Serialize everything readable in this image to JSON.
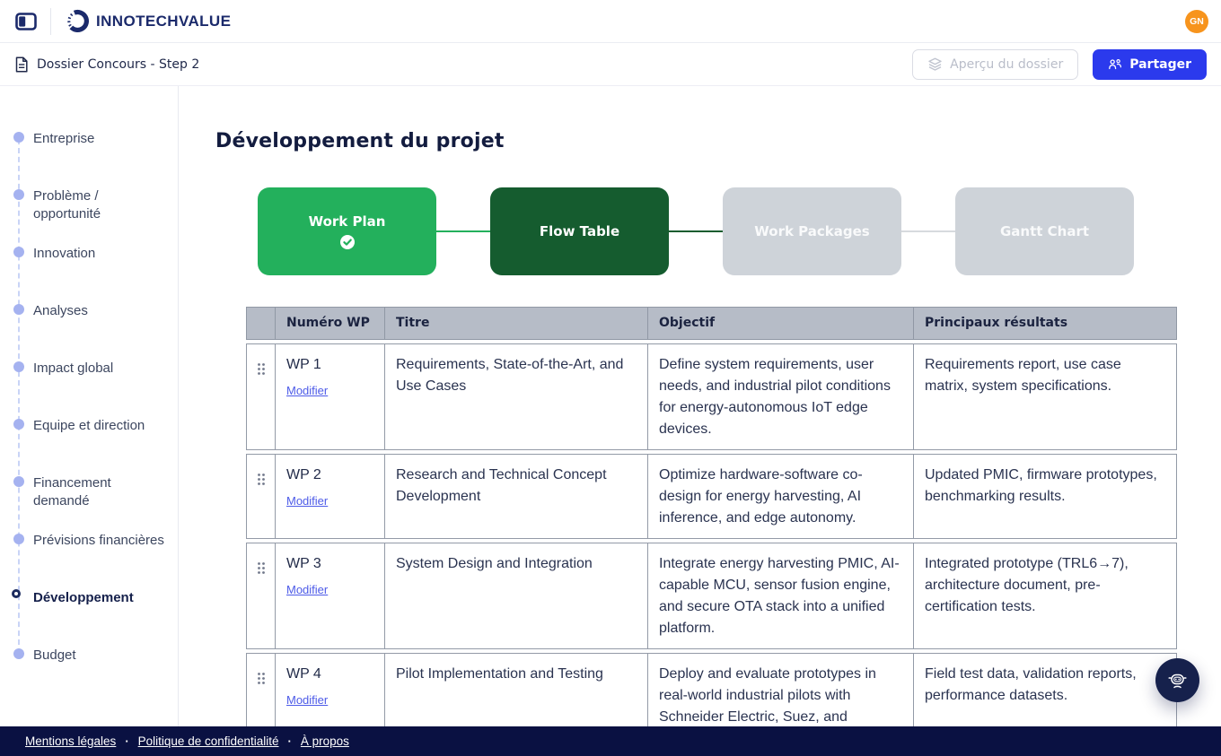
{
  "brand": {
    "logo_text_regular": "INNOTECH",
    "logo_text_bold": "VALUE"
  },
  "topbar": {
    "avatar_initials": "GN"
  },
  "docbar": {
    "title": "Dossier Concours - Step 2",
    "preview_label": "Aperçu du dossier",
    "share_label": "Partager"
  },
  "sidebar": {
    "items": [
      {
        "label": "Entreprise",
        "active": false
      },
      {
        "label": "Problème / opportunité",
        "active": false
      },
      {
        "label": "Innovation",
        "active": false
      },
      {
        "label": "Analyses",
        "active": false
      },
      {
        "label": "Impact global",
        "active": false
      },
      {
        "label": "Equipe et direction",
        "active": false
      },
      {
        "label": "Financement demandé",
        "active": false
      },
      {
        "label": "Prévisions financières",
        "active": false
      },
      {
        "label": "Développement",
        "active": true
      },
      {
        "label": "Budget",
        "active": false
      }
    ]
  },
  "main": {
    "title": "Développement du projet"
  },
  "stepper": {
    "steps": [
      {
        "label": "Work Plan",
        "state": "completed"
      },
      {
        "label": "Flow Table",
        "state": "current"
      },
      {
        "label": "Work Packages",
        "state": "upcoming"
      },
      {
        "label": "Gantt Chart",
        "state": "upcoming"
      }
    ]
  },
  "table": {
    "columns": [
      "Numéro WP",
      "Titre",
      "Objectif",
      "Principaux résultats"
    ],
    "edit_label": "Modifier",
    "rows": [
      {
        "wp": "WP 1",
        "title": "Requirements, State-of-the-Art, and Use Cases",
        "objective": "Define system requirements, user needs, and industrial pilot conditions for energy-autonomous IoT edge devices.",
        "results": "Requirements report, use case matrix, system specifications."
      },
      {
        "wp": "WP 2",
        "title": "Research and Technical Concept Development",
        "objective": "Optimize hardware-software co-design for energy harvesting, AI inference, and edge autonomy.",
        "results": "Updated PMIC, firmware prototypes, benchmarking results."
      },
      {
        "wp": "WP 3",
        "title": "System Design and Integration",
        "objective": "Integrate energy harvesting PMIC, AI-capable MCU, sensor fusion engine, and secure OTA stack into a unified platform.",
        "results": "Integrated prototype (TRL6→7), architecture document, pre-certification tests."
      },
      {
        "wp": "WP 4",
        "title": "Pilot Implementation and Testing",
        "objective": "Deploy and evaluate prototypes in real-world industrial pilots with Schneider Electric, Suez, and logistics OEMs.",
        "results": "Field test data, validation reports, performance datasets."
      }
    ]
  },
  "footer": {
    "links": [
      "Mentions légales",
      "Politique de confidentialité",
      "À propos"
    ],
    "separator": "·"
  },
  "colors": {
    "brand_navy": "#1b2a6b",
    "accent_green": "#23b05c",
    "dark_green": "#155c2f",
    "upcoming_gray": "#ced3d9",
    "share_blue": "#2b3aed",
    "avatar_orange": "#f7941d",
    "footer_navy": "#0a1142",
    "table_header_bg": "#b6bcc7",
    "table_border": "#939aa7",
    "link_blue": "#4d5be8",
    "sidebar_dot": "#a5b2f0"
  },
  "icons": {
    "sidebar-toggle-icon": "rounded square with filled left pane",
    "logo-icon": "navy crescent ring with dotted left arc",
    "document-icon": "file outline with text lines",
    "layers-icon": "three stacked layers",
    "share-users-icon": "two user silhouettes",
    "check-circle-icon": "white circle with green check",
    "drag-handle-icon": "six-dot grip",
    "assistant-robot-icon": "robot head with headset"
  }
}
